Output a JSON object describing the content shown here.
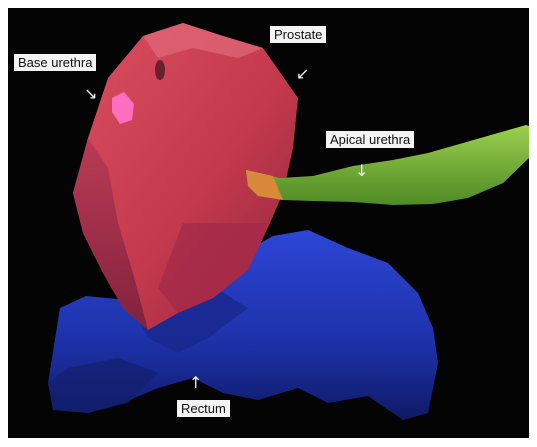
{
  "figure": {
    "labels": {
      "prostate": "Prostate",
      "base_urethra": "Base urethra",
      "apical_urethra": "Apical urethra",
      "rectum": "Rectum"
    },
    "colors": {
      "background": "#040404",
      "prostate": "#c9344a",
      "urethra": "#7dbb3a",
      "base_urethra_highlight": "#ff6fc0",
      "rectum": "#1f33b8"
    },
    "arrows": {
      "prostate": "down-left-arrow",
      "base_urethra": "down-right-arrow",
      "apical_urethra": "down-arrow",
      "rectum": "up-arrow"
    }
  }
}
